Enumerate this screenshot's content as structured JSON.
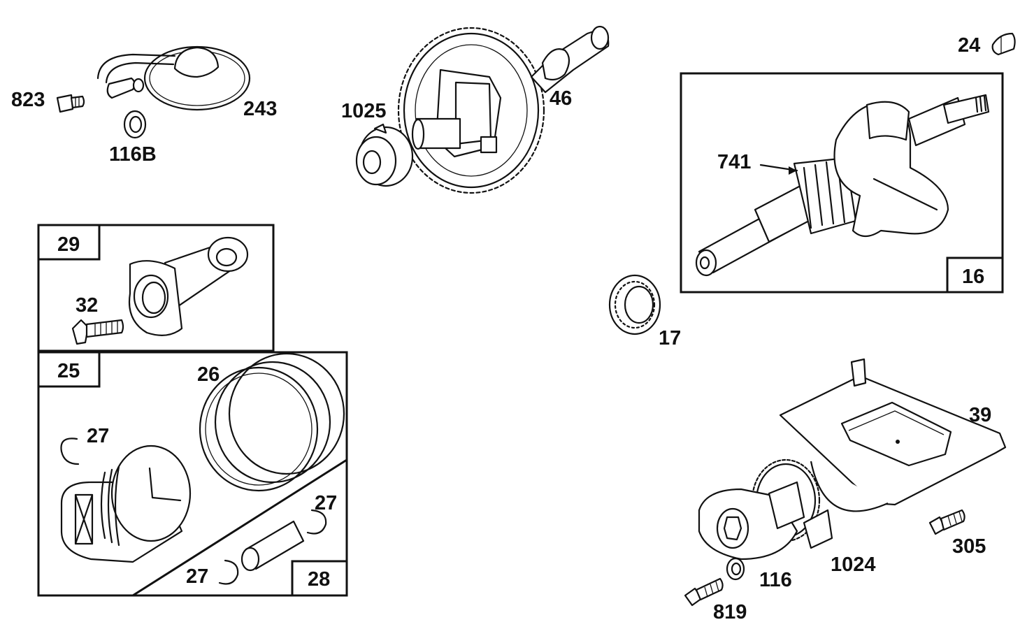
{
  "colors": {
    "ink": "#111111",
    "paper": "#ffffff"
  },
  "parts": {
    "p823": "823",
    "p243": "243",
    "p116B": "116B",
    "p1025": "1025",
    "p46": "46",
    "p24": "24",
    "p741": "741",
    "p16": "16",
    "p17": "17",
    "p29": "29",
    "p32": "32",
    "p25": "25",
    "p26": "26",
    "p27a": "27",
    "p27b": "27",
    "p27c": "27",
    "p28": "28",
    "p39": "39",
    "p305": "305",
    "p1024": "1024",
    "p116": "116",
    "p819": "819"
  }
}
